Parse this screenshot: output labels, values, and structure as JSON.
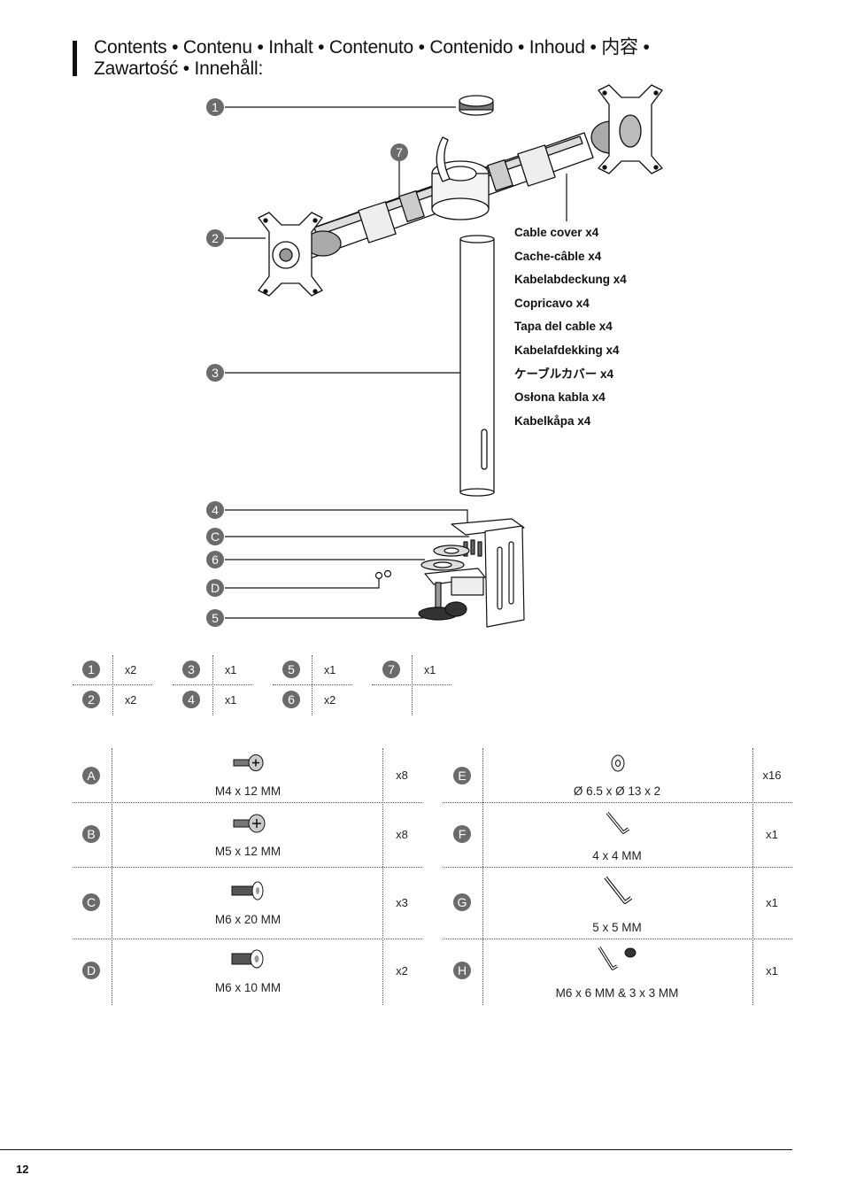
{
  "heading": {
    "line1": "Contents • Contenu • Inhalt • Contenuto • Contenido • Inhoud • 内容 •",
    "line2": "Zawartość • Innehåll:"
  },
  "callouts": {
    "c1": "1",
    "c2": "2",
    "c3": "3",
    "c4": "4",
    "c5": "5",
    "c6": "6",
    "c7": "7",
    "cC": "C",
    "cD": "D"
  },
  "cable_cover": {
    "items": [
      "Cable cover x4",
      "Cache-câble x4",
      "Kabelabdeckung x4",
      "Copricavo x4",
      "Tapa del cable x4",
      "Kabelafdekking x4",
      "ケーブルカバー x4",
      "Osłona kabla x4",
      "Kabelkåpa x4"
    ]
  },
  "parts": [
    {
      "id": "1",
      "qty": "x2"
    },
    {
      "id": "3",
      "qty": "x1"
    },
    {
      "id": "5",
      "qty": "x1"
    },
    {
      "id": "7",
      "qty": "x1"
    },
    {
      "id": "2",
      "qty": "x2"
    },
    {
      "id": "4",
      "qty": "x1"
    },
    {
      "id": "6",
      "qty": "x2"
    }
  ],
  "hardware": [
    {
      "id": "A",
      "label": "M4 x 12 MM",
      "qty": "x8"
    },
    {
      "id": "B",
      "label": "M5 x 12 MM",
      "qty": "x8"
    },
    {
      "id": "C",
      "label": "M6 x 20 MM",
      "qty": "x3"
    },
    {
      "id": "D",
      "label": "M6 x 10 MM",
      "qty": "x2"
    },
    {
      "id": "E",
      "label": "Ø 6.5 x Ø 13 x 2",
      "qty": "x16"
    },
    {
      "id": "F",
      "label": "4 x 4 MM",
      "qty": "x1"
    },
    {
      "id": "G",
      "label": "5 x 5 MM",
      "qty": "x1"
    },
    {
      "id": "H",
      "label": "M6 x 6 MM & 3 x 3 MM",
      "qty": "x1"
    }
  ],
  "footer": {
    "page_number": "12"
  }
}
